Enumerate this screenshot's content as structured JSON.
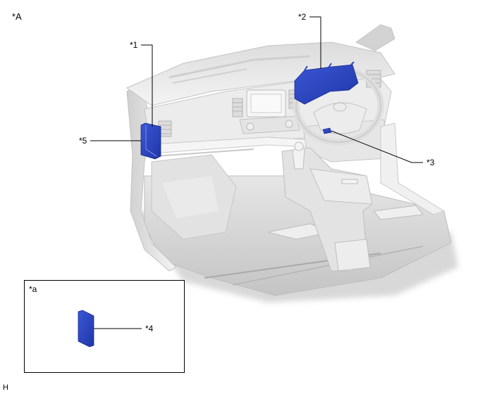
{
  "diagram": {
    "view_label": "*A",
    "footer_code": "H",
    "colors": {
      "part_highlight": "#2a47c8",
      "part_highlight_dark": "#1c2f9a",
      "body_light": "#f2f2f2",
      "body_mid": "#d9d9d9",
      "body_shadow": "#b8b8b8",
      "leader_line": "#000000"
    },
    "callouts": [
      {
        "id": "1",
        "label": "*1"
      },
      {
        "id": "2",
        "label": "*2"
      },
      {
        "id": "3",
        "label": "*3"
      },
      {
        "id": "4",
        "label": "*4"
      },
      {
        "id": "5",
        "label": "*5"
      }
    ],
    "inset": {
      "label": "*a"
    }
  }
}
